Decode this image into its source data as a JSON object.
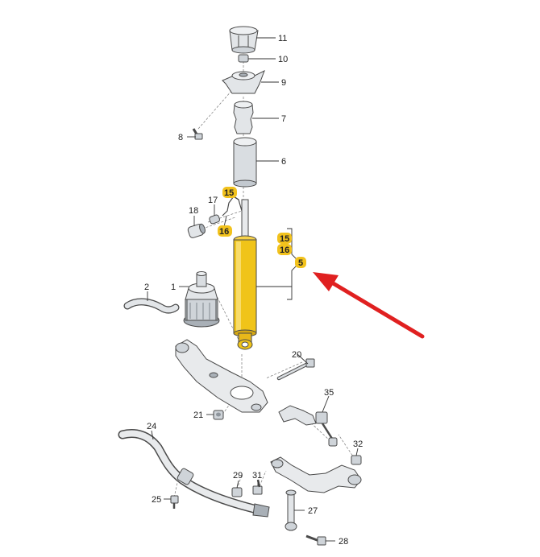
{
  "colors": {
    "highlight": "#f2c21d",
    "shock_body": "#f0c419",
    "arrow": "#e02020",
    "part_fill": "#e2e5e8",
    "part_dark": "#a9b0b7",
    "outline": "#4a4a4a"
  },
  "labels": {
    "l11": "11",
    "l10": "10",
    "l9": "9",
    "l7": "7",
    "l8": "8",
    "l6": "6",
    "l15a": "15",
    "l17": "17",
    "l18": "18",
    "l16a": "16",
    "l15b": "15",
    "l16b": "16",
    "l5": "5",
    "l2": "2",
    "l1": "1",
    "l20": "20",
    "l35": "35",
    "l21": "21",
    "l24": "24",
    "l32": "32",
    "l29": "29",
    "l31": "31",
    "l25": "25",
    "l27": "27",
    "l28": "28"
  }
}
